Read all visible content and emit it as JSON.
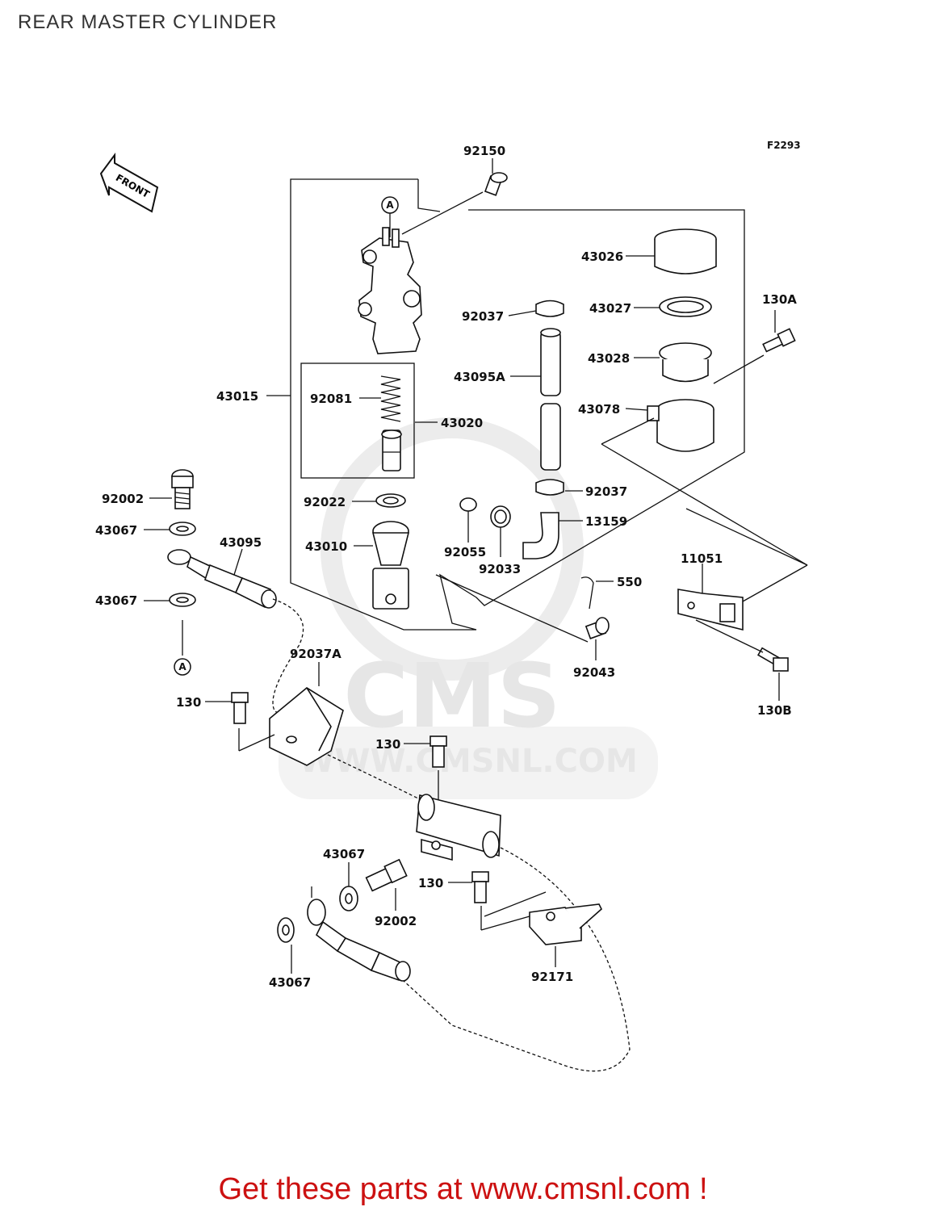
{
  "title": "REAR MASTER CYLINDER",
  "figure_code": "F2293",
  "front_arrow": "FRONT",
  "reference_marker": "A",
  "watermark": {
    "logo_text": "CMS",
    "url_text": "WWW.CMSNL.COM"
  },
  "part_labels": {
    "p92150": "92150",
    "p43026": "43026",
    "p43027": "43027",
    "p92037_top": "92037",
    "p130A": "130A",
    "p43028": "43028",
    "p43095A": "43095A",
    "p43015": "43015",
    "p92081": "92081",
    "p43020": "43020",
    "p43078": "43078",
    "p92002_top": "92002",
    "p92022": "92022",
    "p92037_mid": "92037",
    "p43067_a": "43067",
    "p13159": "13159",
    "p43095": "43095",
    "p43010": "43010",
    "p92055": "92055",
    "p92033": "92033",
    "p11051": "11051",
    "p550": "550",
    "p43067_b": "43067",
    "p92037A": "92037A",
    "p92043": "92043",
    "p130_a": "130",
    "p130B": "130B",
    "p130_b": "130",
    "p43067_c": "43067",
    "p130_c": "130",
    "p92002_bot": "92002",
    "p92171": "92171",
    "p43067_d": "43067"
  },
  "promo_text": "Get these parts at www.cmsnl.com !"
}
